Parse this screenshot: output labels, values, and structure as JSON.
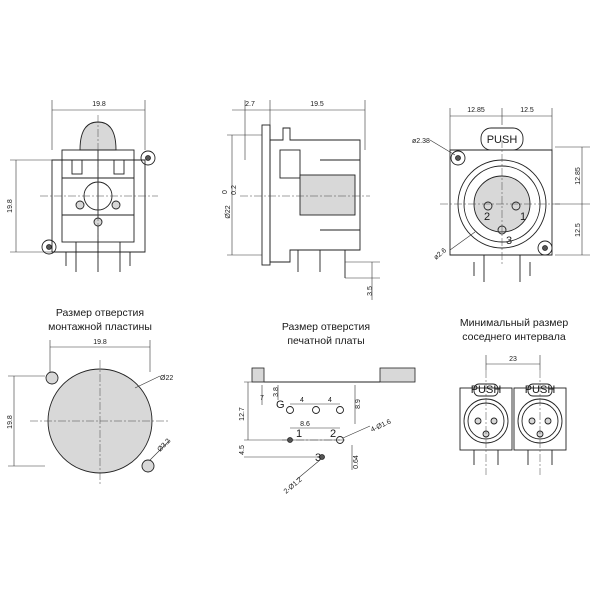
{
  "dims": {
    "front_width": "19.8",
    "front_height": "19.8",
    "side_offset": "2.7",
    "side_depth": "19.5",
    "side_dia": "Ø22",
    "side_tol_plus": "0.2",
    "side_tol_zero": "0",
    "side_pin": "3.5",
    "rear_left": "12.85",
    "rear_right": "12.5",
    "rear_upper": "12.85",
    "rear_lower": "12.5",
    "rear_hole": "ø2.38",
    "rear_pin": "ø2.6",
    "push": "PUSH",
    "pin1": "1",
    "pin2": "2",
    "pin3": "3",
    "panel_width": "19.8",
    "panel_height": "19.8",
    "panel_dia": "Ø22",
    "panel_hole": "Ø3.2",
    "pcb_38": "3.8",
    "pcb_7": "7",
    "pcb_127": "12.7",
    "pcb_4a": "4",
    "pcb_4b": "4",
    "pcb_86": "8.6",
    "pcb_89": "8.9",
    "pcb_45": "4.5",
    "pcb_064": "0.64",
    "pcb_hole_a": "4-Ø1.6",
    "pcb_hole_b": "2-Ø1.2",
    "pcb_g": "G",
    "pcb_1": "1",
    "pcb_2": "2",
    "pcb_3": "3",
    "adj_23": "23",
    "adj_push": "PUSH"
  },
  "captions": {
    "panel_line1": "Размер отверстия",
    "panel_line2": "монтажной пластины",
    "pcb_line1": "Размер отверстия",
    "pcb_line2": "печатной платы",
    "adj_line1": "Минимальный размер",
    "adj_line2": "соседнего интервала"
  }
}
